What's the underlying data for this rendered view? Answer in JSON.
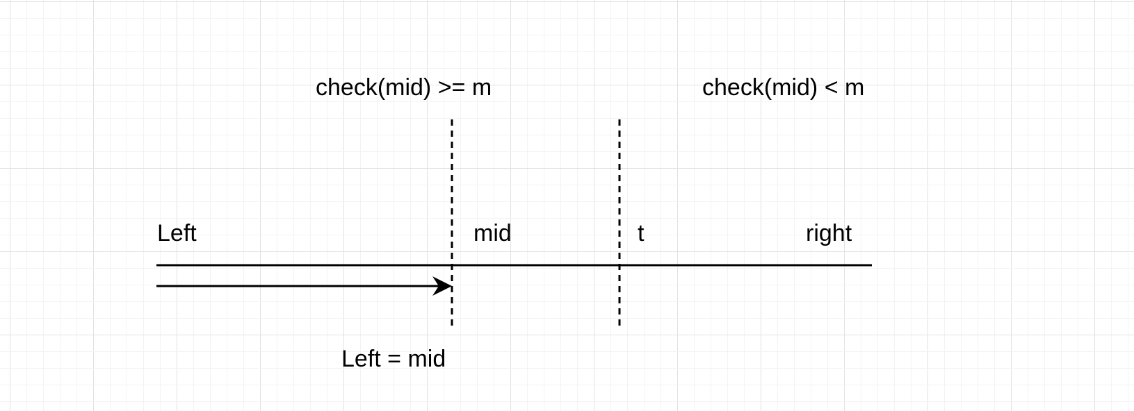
{
  "colors": {
    "background": "#ffffff",
    "grid_minor": "#f3f3f3",
    "grid_major": "#e1e1e1",
    "ink": "#000000"
  },
  "labels": {
    "condition_left": "check(mid) >= m",
    "condition_right": "check(mid) < m",
    "left": "Left",
    "mid": "mid",
    "t": "t",
    "right": "right",
    "update": "Left = mid"
  },
  "icons": {
    "arrowhead": "arrow-right-icon"
  }
}
